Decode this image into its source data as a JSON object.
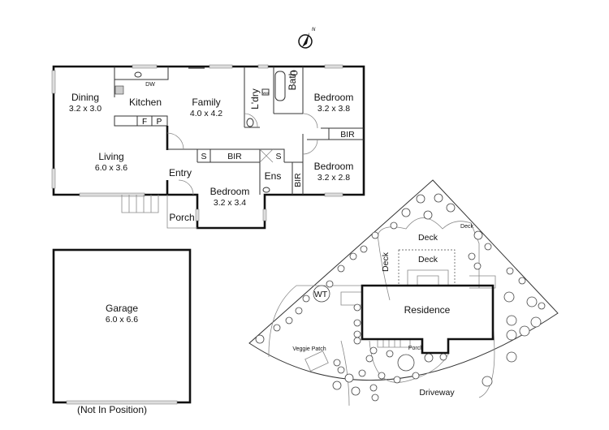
{
  "compass": {
    "north_label": "N"
  },
  "floor_plan": {
    "rooms": [
      {
        "name": "Dining",
        "size": "3.2 x 3.0"
      },
      {
        "name": "Kitchen"
      },
      {
        "name": "Family",
        "size": "4.0 x 4.2"
      },
      {
        "name": "L'dry"
      },
      {
        "name": "Bath"
      },
      {
        "name": "Bedroom",
        "size": "3.2 x 3.8"
      },
      {
        "name": "Living",
        "size": "6.0 x 3.6"
      },
      {
        "name": "Entry"
      },
      {
        "name": "Bedroom",
        "size": "3.2 x 3.4"
      },
      {
        "name": "Ens"
      },
      {
        "name": "Bedroom",
        "size": "3.2 x 2.8"
      },
      {
        "name": "Porch"
      }
    ],
    "fixtures": {
      "fridge": "F",
      "pantry": "P",
      "bir": "BIR",
      "storage": "S",
      "dishwasher": "DW",
      "washing_machine": "WM"
    }
  },
  "garage": {
    "name": "Garage",
    "size": "6.0 x 6.6",
    "note": "(Not In Position)"
  },
  "site_plan": {
    "residence": "Residence",
    "deck": "Deck",
    "water_tank": "WT",
    "veggie_patch": "Veggie Patch",
    "porch": "Porch",
    "driveway": "Driveway"
  }
}
